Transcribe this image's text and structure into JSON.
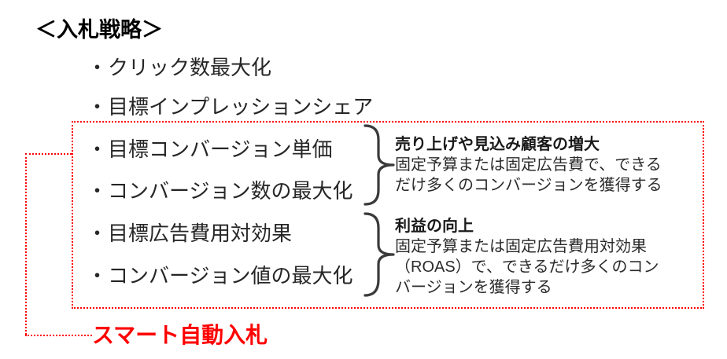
{
  "title": "＜入札戦略＞",
  "bullet_char": "・",
  "strategies": [
    {
      "label": "クリック数最大化"
    },
    {
      "label": "目標インプレッションシェア"
    },
    {
      "label": "目標コンバージョン単価"
    },
    {
      "label": "コンバージョン数の最大化"
    },
    {
      "label": "目標広告費用対効果"
    },
    {
      "label": "コンバージョン値の最大化"
    }
  ],
  "groups": [
    {
      "heading": "売り上げや見込み顧客の増大",
      "body_lines": [
        "固定予算または固定広告費で、できる",
        "だけ多くのコンバージョンを獲得する"
      ]
    },
    {
      "heading": "利益の向上",
      "body_lines": [
        "固定予算または固定広告費用対効果",
        "（ROAS）で、できるだけ多くのコン",
        "バージョンを獲得する"
      ]
    }
  ],
  "smart_bidding_label": "スマート自動入札",
  "colors": {
    "accent_red": "#ff0000",
    "text_black": "#262626",
    "brace_gray": "#3a3a3a",
    "bg_white": "#ffffff"
  }
}
